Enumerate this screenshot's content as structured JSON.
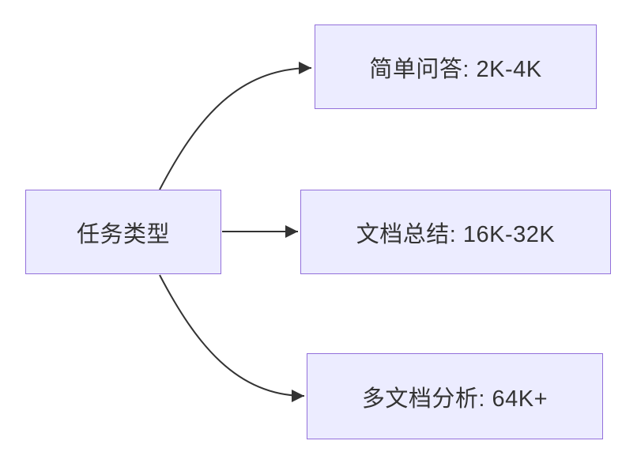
{
  "colors": {
    "node_fill": "#ECECFF",
    "node_border": "#9370DB",
    "edge": "#333333",
    "text": "#333333",
    "background": "#FFFFFF"
  },
  "nodes": {
    "root": {
      "label": "任务类型"
    },
    "branches": [
      {
        "label": "简单问答: 2K-4K"
      },
      {
        "label": "文档总结: 16K-32K"
      },
      {
        "label": "多文档分析: 64K+"
      }
    ]
  },
  "edges": [
    {
      "from": "任务类型",
      "to": "简单问答: 2K-4K"
    },
    {
      "from": "任务类型",
      "to": "文档总结: 16K-32K"
    },
    {
      "from": "任务类型",
      "to": "多文档分析: 64K+"
    }
  ]
}
